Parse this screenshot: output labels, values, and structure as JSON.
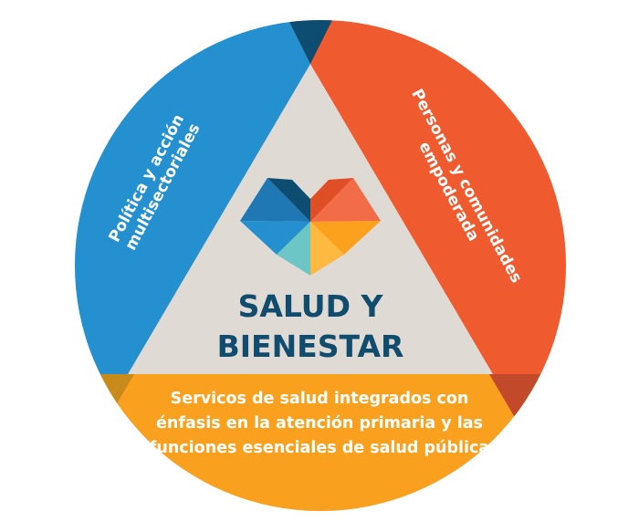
{
  "segments": {
    "left": {
      "line1": "Política y acción",
      "line2": "multisectoriales"
    },
    "right": {
      "line1": "Personas y comunidades",
      "line2": "empoderada"
    },
    "bottom": {
      "line1": "Servicos de salud integrados con",
      "line2": "énfasis en la atención primaria y las",
      "line3": "funciones esenciales de salud pública"
    }
  },
  "center": {
    "line1": "SALUD Y",
    "line2": "BIENESTAR"
  },
  "colors": {
    "blue": "#2490d0",
    "red": "#ef5a2e",
    "yellow": "#f9a11e",
    "gray": "#e0dad5",
    "dark_blue": "#0d4d72",
    "dark_yellow": "#c98a1c",
    "dark_red": "#c2492a",
    "title": "#0f4c6e"
  }
}
